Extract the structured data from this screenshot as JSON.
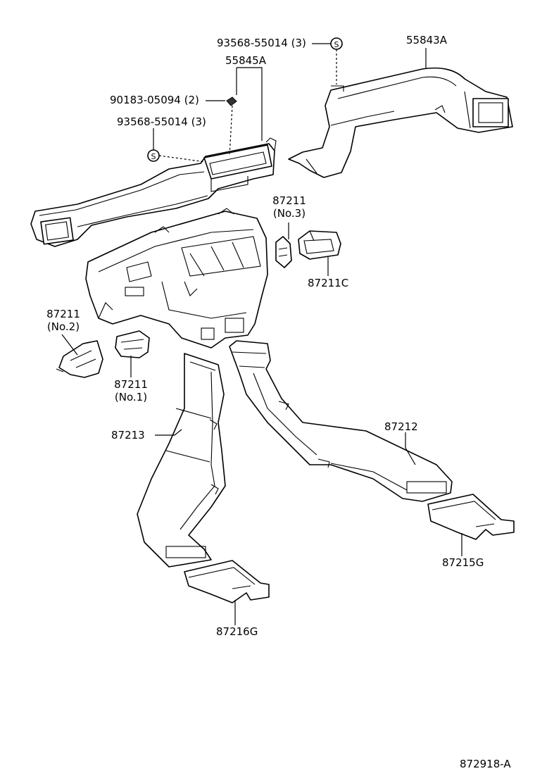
{
  "labels": {
    "p93568_top": "93568-55014 (3)",
    "p55843a": "55843A",
    "p55845a": "55845A",
    "p90183": "90183-05094 (2)",
    "p93568_mid": "93568-55014 (3)",
    "p87211_no3_num": "87211",
    "p87211_no3_sub": "(No.3)",
    "p87211c": "87211C",
    "p87211_no2_num": "87211",
    "p87211_no2_sub": "(No.2)",
    "p87211_no1_num": "87211",
    "p87211_no1_sub": "(No.1)",
    "p87213": "87213",
    "p87212": "87212",
    "p87215g": "87215G",
    "p87216g": "87216G",
    "diagram_id": "872918-A"
  },
  "symbols": {
    "screw_symbol": "S"
  },
  "colors": {
    "line": "#000000",
    "background": "#ffffff"
  }
}
